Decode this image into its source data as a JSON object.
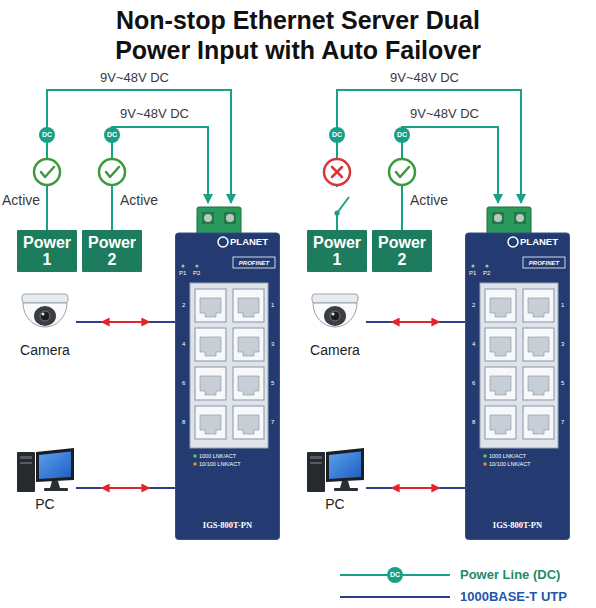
{
  "diagram": {
    "title": "Non-stop Ethernet Server Dual Power Input with Auto Failover",
    "nodes": [
      {
        "text": [
          "Power 1"
        ]
      },
      {
        "text": [
          "Power 2"
        ]
      },
      {
        "text": [
          "PLANET",
          "PROFINET",
          "P1",
          "P2",
          "2",
          "1",
          "4",
          "3",
          "6",
          "5",
          "8",
          "7",
          "1000 LNK/ACT",
          "10/100 LNK/ACT",
          "IGS-800T-PN"
        ]
      },
      {
        "text": [
          "Camera"
        ]
      },
      {
        "text": [
          "PC"
        ]
      },
      {
        "text": [
          "Power 1"
        ]
      },
      {
        "text": [
          "Power 2"
        ]
      },
      {
        "text": [
          "PLANET",
          "PROFINET",
          "P1",
          "P2",
          "2",
          "1",
          "4",
          "3",
          "6",
          "5",
          "8",
          "7",
          "1000 LNK/ACT",
          "10/100 LNK/ACT",
          "IGS-800T-PN"
        ]
      },
      {
        "text": [
          "Camera"
        ]
      },
      {
        "text": [
          "PC"
        ]
      }
    ],
    "edges": [
      {
        "from": 0,
        "to": 2,
        "arrow": "to",
        "label": "DC"
      },
      {
        "from": 1,
        "to": 2,
        "arrow": "to",
        "label": "DC"
      },
      {
        "from": 3,
        "to": 2,
        "arrow": "both"
      },
      {
        "from": 4,
        "to": 2,
        "arrow": "both"
      },
      {
        "from": 5,
        "to": 7,
        "arrow": "to",
        "label": "DC"
      },
      {
        "from": 6,
        "to": 7,
        "arrow": "to",
        "label": "DC"
      },
      {
        "from": 8,
        "to": 7,
        "arrow": "both"
      },
      {
        "from": 9,
        "to": 7,
        "arrow": "both"
      }
    ],
    "labels": [
      "9V~48V DC",
      "9V~48V DC",
      "Active",
      "Active",
      "9V~48V DC",
      "9V~48V DC",
      "Active",
      "DC"
    ],
    "legend": [
      {
        "text": "Power Line (DC)"
      },
      {
        "text": "1000BASE-T UTP"
      }
    ]
  }
}
